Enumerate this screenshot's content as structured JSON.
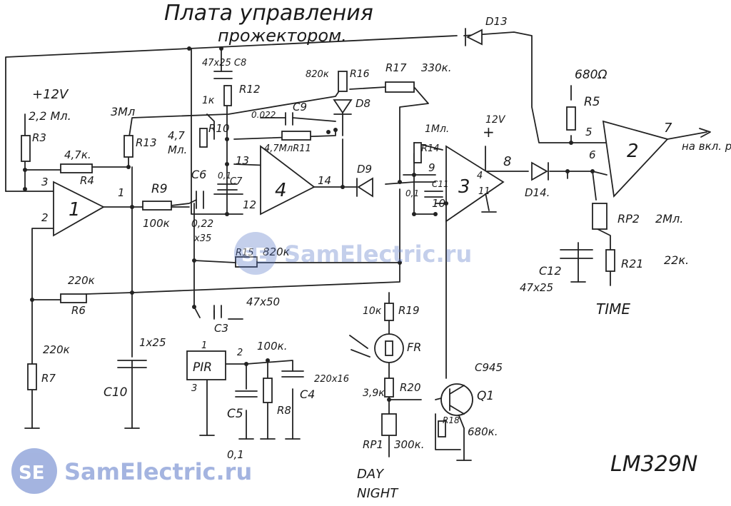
{
  "title": {
    "line1": "Плата управления",
    "line2": "прожектором."
  },
  "chip": "LM329N",
  "watermark": {
    "text": "SamElectric.ru",
    "logo": "SE",
    "color": "#5a78c8"
  },
  "opamps": {
    "u1": "1",
    "u2": "2",
    "u3": "3",
    "u4": "4"
  },
  "pins": {
    "p1": "1",
    "p2": "2",
    "p3": "3",
    "p4": "4",
    "p5": "5",
    "p6": "6",
    "p7": "7",
    "p8": "8",
    "p9": "9",
    "p10": "10",
    "p11": "11",
    "p12": "12",
    "p13": "13",
    "p14": "14",
    "pir1": "1",
    "pir2": "2",
    "pir3": "3"
  },
  "supply": {
    "v12a": "+12V",
    "v12b": "12V",
    "plus": "+"
  },
  "labels": {
    "r3": "R3",
    "r3v": "2,2 Мл.",
    "r4": "R4",
    "r4v": "4,7к.",
    "r13": "R13",
    "r13v": "3Мл",
    "r10": "R10",
    "r10v": "4,7",
    "r10v2": "Мл.",
    "r12": "R12",
    "r12v": "1к",
    "c8": "47x25 C8",
    "r16": "R16",
    "r16v": "820к",
    "r17": "R17",
    "r17v": "330к.",
    "d8": "D8",
    "d9": "D9",
    "d13": "D13",
    "d14": "D14.",
    "c9": "C9",
    "c9v": "0.022",
    "r11": "4,7МлR11",
    "c6": "C6",
    "c6v": "0,22",
    "c6v2": "x35",
    "c7": "C7",
    "c7v": "0,1",
    "r9": "R9",
    "r9v": "100к",
    "r15": "R15",
    "r15v": "820к",
    "r6": "R6",
    "r6v": "220к",
    "r7": "R7",
    "r7v": "220к",
    "c10": "C10",
    "c10v": "1x25",
    "c3": "C3",
    "c3v": "47x50",
    "pir": "PIR",
    "c5": "C5",
    "c5v": "0,1",
    "r8": "R8",
    "r8v": "100к.",
    "c4": "C4",
    "c4v": "220x16",
    "r14": "R14",
    "r14v": "1Мл.",
    "c11": "C11",
    "c11v": "0,1",
    "r5": "R5",
    "r5v": "680Ω",
    "rp2": "RP2",
    "rp2v": "2Мл.",
    "r21": "R21",
    "r21v": "22к.",
    "c12": "C12",
    "c12v": "47x25",
    "time": "TIME",
    "r19": "R19",
    "r19v": "10к",
    "fr": "FR",
    "r20": "R20",
    "r20v": "3,9к",
    "rp1": "RP1",
    "rp1v": "300к.",
    "r18": "R18",
    "r18v": "680к.",
    "q1": "Q1",
    "q1v": "C945",
    "out": "на вкл. реле",
    "day": "DAY",
    "night": "NIGHT"
  }
}
